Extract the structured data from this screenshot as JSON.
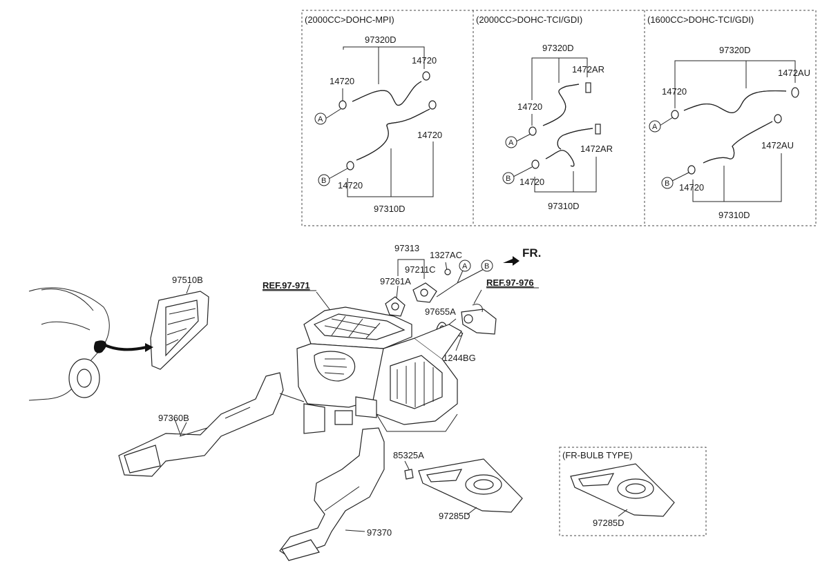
{
  "variants": [
    {
      "title": "(2000CC>DOHC-MPI)",
      "hose_upper": "97320D",
      "hose_lower": "97310D",
      "clamp_a": "14720",
      "clamp_b": "14720",
      "clamp_c": "14720",
      "clamp_d": "14720",
      "conn_a": "A",
      "conn_b": "B"
    },
    {
      "title": "(2000CC>DOHC-TCI/GDI)",
      "hose_upper": "97320D",
      "hose_lower": "97310D",
      "clamp_a": "1472AR",
      "clamp_b": "14720",
      "clamp_c": "1472AR",
      "clamp_d": "14720",
      "conn_a": "A",
      "conn_b": "B"
    },
    {
      "title": "(1600CC>DOHC-TCI/GDI)",
      "hose_upper": "97320D",
      "hose_lower": "97310D",
      "clamp_a": "1472AU",
      "clamp_b": "14720",
      "clamp_c": "1472AU",
      "clamp_d": "14720",
      "conn_a": "A",
      "conn_b": "B"
    }
  ],
  "main": {
    "p97313": "97313",
    "p1327AC": "1327AC",
    "p97211C": "97211C",
    "p97261A": "97261A",
    "conn_a": "A",
    "conn_b": "B",
    "fr": "FR.",
    "ref_971": "REF.97-971",
    "ref_976": "REF.97-976",
    "p97655A": "97655A",
    "p1244BG": "1244BG",
    "p97510B": "97510B",
    "p97360B": "97360B",
    "p85325A": "85325A",
    "p97285D": "97285D",
    "p97370": "97370"
  },
  "bulb_box": {
    "title": "(FR-BULB TYPE)",
    "part": "97285D"
  }
}
